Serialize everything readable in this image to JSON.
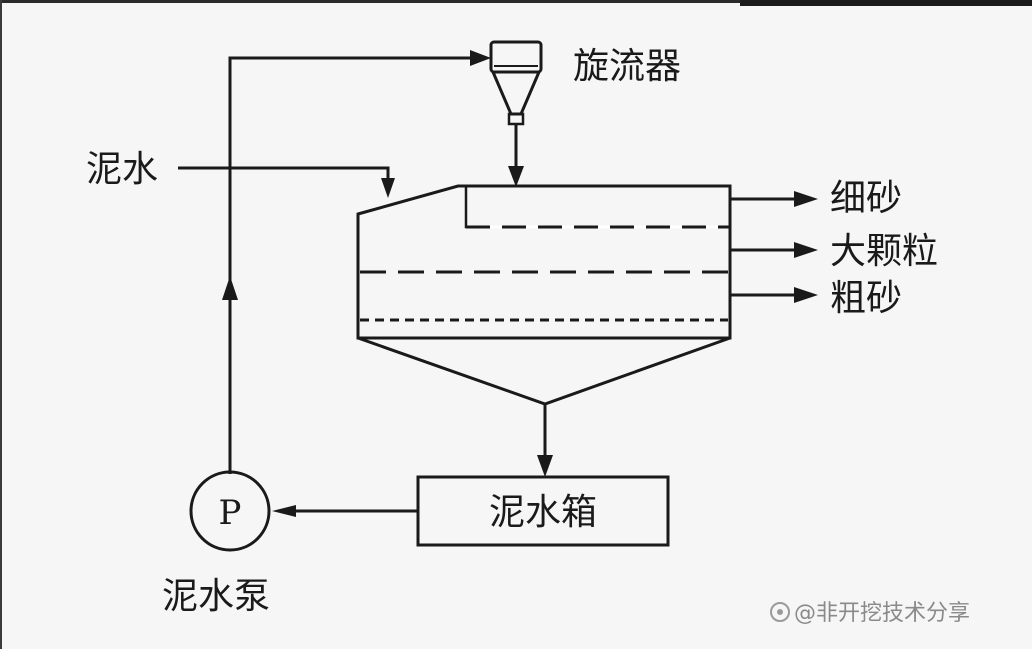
{
  "labels": {
    "cyclone": "旋流器",
    "slurry_in": "泥水",
    "fine_sand": "细砂",
    "large_particles": "大颗粒",
    "coarse_sand": "粗砂",
    "slurry_tank": "泥水箱",
    "pump_symbol": "P",
    "slurry_pump": "泥水泵"
  },
  "watermark": {
    "text": "@非开挖技术分享"
  }
}
